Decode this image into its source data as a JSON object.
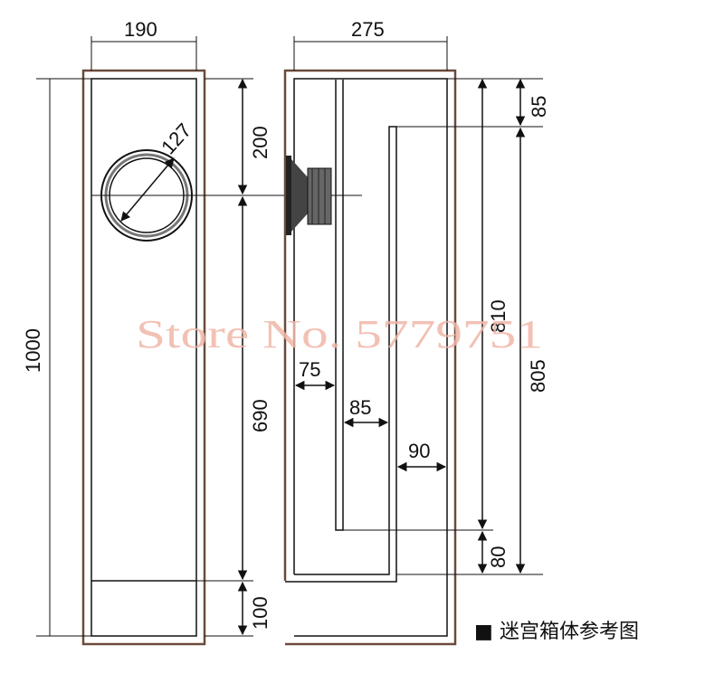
{
  "dimensions": {
    "left_width": "190",
    "right_width": "275",
    "height_total": "1000",
    "port_diameter": "127",
    "top_section": "200",
    "middle_section": "690",
    "bottom_section": "100",
    "top_gap": "85",
    "inner_height_a": "810",
    "inner_height_b": "805",
    "channel_1": "75",
    "channel_2": "85",
    "channel_3": "90",
    "bottom_gap": "80"
  },
  "watermark": "Store No. 5779751",
  "caption": {
    "bullet": "■",
    "text": "迷宫箱体参考图"
  },
  "colors": {
    "panel_outline": "#6b4a3a",
    "line": "#111111",
    "watermark": "#f0b7a8"
  }
}
